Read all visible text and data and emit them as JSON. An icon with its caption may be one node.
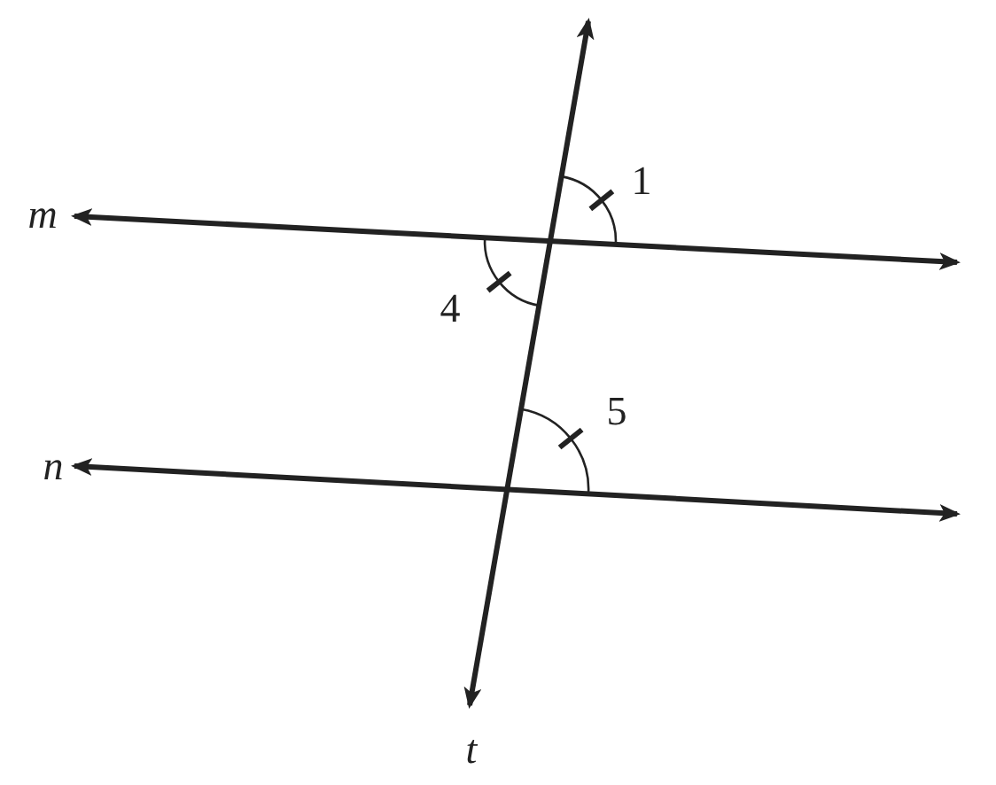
{
  "diagram": {
    "labels": [
      "m",
      "1",
      "4",
      "5",
      "n",
      "t"
    ]
  }
}
